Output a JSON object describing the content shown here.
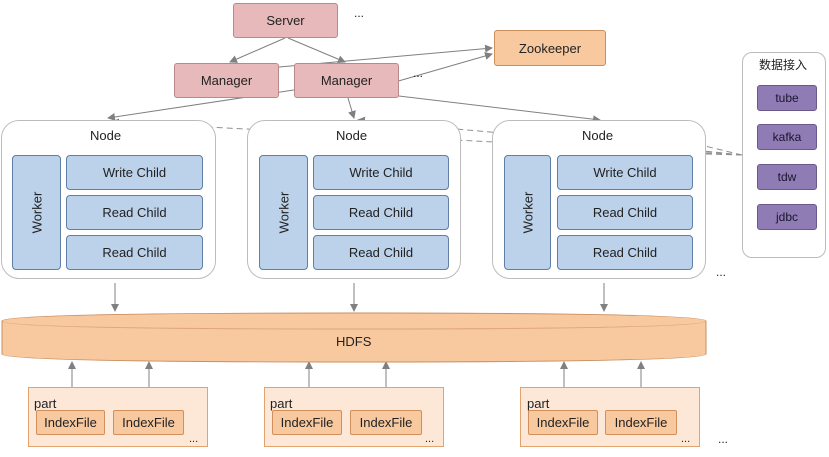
{
  "server": {
    "label": "Server",
    "ellipsis": "..."
  },
  "managers": [
    {
      "label": "Manager"
    },
    {
      "label": "Manager"
    }
  ],
  "managers_ellipsis": "...",
  "zookeeper": {
    "label": "Zookeeper"
  },
  "nodes": [
    {
      "title": "Node",
      "worker": "Worker",
      "children": [
        "Write Child",
        "Read Child",
        "Read Child"
      ]
    },
    {
      "title": "Node",
      "worker": "Worker",
      "children": [
        "Write Child",
        "Read Child",
        "Read Child"
      ]
    },
    {
      "title": "Node",
      "worker": "Worker",
      "children": [
        "Write Child",
        "Read Child",
        "Read Child"
      ]
    }
  ],
  "nodes_ellipsis": "...",
  "hdfs": {
    "label": "HDFS"
  },
  "data_sources": {
    "title": "数据接入",
    "items": [
      "tube",
      "kafka",
      "tdw",
      "jdbc"
    ]
  },
  "parts": [
    {
      "label": "part",
      "files": [
        "IndexFile",
        "IndexFile"
      ],
      "ellipsis": "..."
    },
    {
      "label": "part",
      "files": [
        "IndexFile",
        "IndexFile"
      ],
      "ellipsis": "..."
    },
    {
      "label": "part",
      "files": [
        "IndexFile",
        "IndexFile"
      ],
      "ellipsis": "..."
    }
  ],
  "parts_ellipsis": "...",
  "colors": {
    "server_fill": "#e7b9ba",
    "zookeeper_fill": "#f8c89f",
    "node_child_fill": "#bcd1ea",
    "source_fill": "#8f7cb4",
    "hdfs_fill": "#f8c89f",
    "part_fill": "#fde8d8"
  }
}
